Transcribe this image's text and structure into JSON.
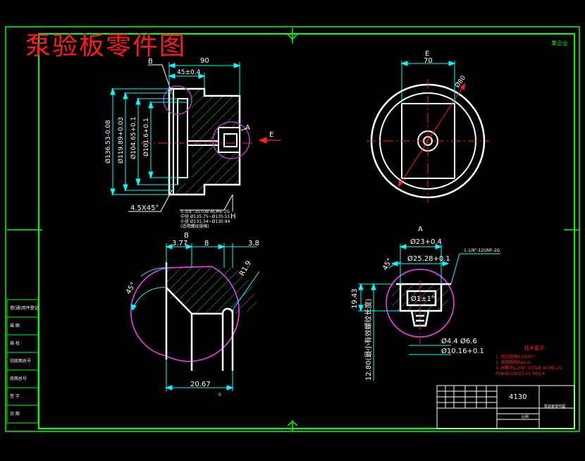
{
  "drawing": {
    "title": "泵验板零件图",
    "corner_label": "某企业",
    "colors": {
      "frame": "#00ff00",
      "dimension": "#00ffff",
      "geometry": "#ffffff",
      "centerline": "#ff2020",
      "hatch": "#2fa08a",
      "detail_circle": "#b040c0",
      "notes": "#ff2020",
      "title_text": "#ff1a1a"
    }
  },
  "main_view": {
    "dims": {
      "width_90": "90",
      "depth_45": "45±0.4",
      "dia_136": "Ø136.53-0.08",
      "dia_119": "Ø119.89+0.03",
      "dia_104": "Ø104.65+0.1",
      "dia_101": "Ø101.6+0.1",
      "chamfer": "4.5X45°",
      "label_B": "B",
      "label_A": "A",
      "label_E": "E",
      "label_H": "H"
    },
    "thread_note": [
      "5-3/8\"-3STUB ACME-2G",
      "中径 Ø135.75~Ø135.51",
      "小径 Ø131.34~Ø130.94",
      "(适用螺纹规格)"
    ]
  },
  "view_e": {
    "label": "E",
    "dim_70": "70",
    "dim_dia": "Ø80"
  },
  "detail_b": {
    "label": "B",
    "dim_377": "3.77",
    "dim_8": "8",
    "dim_38": "3.8",
    "angle_45": "45°",
    "radius": "R1.9",
    "dim_2067": "20.67",
    "tol_2067": "0"
  },
  "detail_a": {
    "label": "A",
    "dim_23": "Ø23+0.4",
    "dim_2528": "Ø25.28+0.1",
    "dim_1": "Ø1±1°",
    "angle_45": "45°",
    "dim_1943": "19.43",
    "dim_12": "12.80(最小有效螺纹长度)",
    "dim_4": "Ø4.4 Ø6.6",
    "dim_10": "Ø10.16+0.1",
    "thread": "1-1/8\"-12UNF-2G"
  },
  "notes": {
    "heading": "技术要求",
    "items": [
      "1. 锐边倒角0.5X45°。",
      "2. 表面粗糙Ra1.6。",
      "3. M螺纹5-3/8\"-3STUB ACME-2G",
      "PVB-B019323-01 REV.A"
    ]
  },
  "title_block": {
    "material": "4130",
    "part_name": "泵验板零件图",
    "stamp": "比例"
  },
  "left_strip": {
    "cells": [
      "借(通)用件登记",
      "描 图",
      "描 校",
      "旧底图总号",
      "底图总号",
      "签 字",
      "日 期"
    ]
  }
}
